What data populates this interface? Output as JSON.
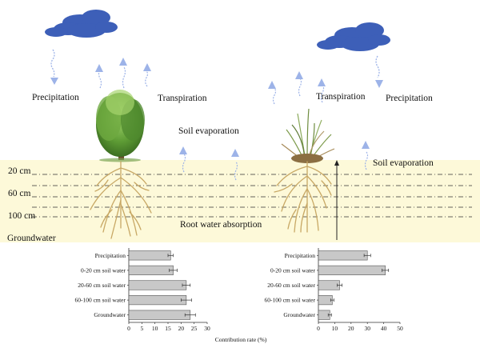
{
  "labels": {
    "precip_left": "Precipitation",
    "transp_left": "Transpiration",
    "soil_evap_left": "Soil evaporation",
    "transp_right": "Transpiration",
    "precip_right": "Precipitation",
    "soil_evap_right": "Soil evaporation",
    "root_uptake": "Root water absorption",
    "groundwater": "Groundwater",
    "depth_20": "20 cm",
    "depth_60": "60 cm",
    "depth_100": "100 cm"
  },
  "colors": {
    "soil": "#fdf9d9",
    "cloud": "#3d5fb8",
    "arrow": "#9db3e8",
    "bar": "#c8c8c8",
    "root": "#c8a865"
  },
  "chart_data": [
    {
      "type": "bar",
      "orientation": "horizontal",
      "categories": [
        "Precipitation",
        "0-20 cm soil water",
        "20-60 cm soil water",
        "60-100 cm soil water",
        "Groundwater"
      ],
      "values": [
        16,
        17,
        22,
        22,
        23.5
      ],
      "errors": [
        1,
        1.5,
        1.5,
        2,
        2
      ],
      "xlim": [
        0,
        30
      ],
      "xticks": [
        "0",
        "5",
        "10",
        "15",
        "20",
        "25",
        "30"
      ],
      "xlabel": "Contribution rate (%)"
    },
    {
      "type": "bar",
      "orientation": "horizontal",
      "categories": [
        "Precipitation",
        "0-20 cm soil water",
        "20-60 cm soil water",
        "60-100 cm soil water",
        "Groundwater"
      ],
      "values": [
        30,
        41,
        13,
        8.5,
        7
      ],
      "errors": [
        2,
        2,
        1.5,
        1,
        1
      ],
      "xlim": [
        0,
        50
      ],
      "xticks": [
        "0",
        "10",
        "20",
        "30",
        "40",
        "50"
      ],
      "xlabel": ""
    }
  ]
}
